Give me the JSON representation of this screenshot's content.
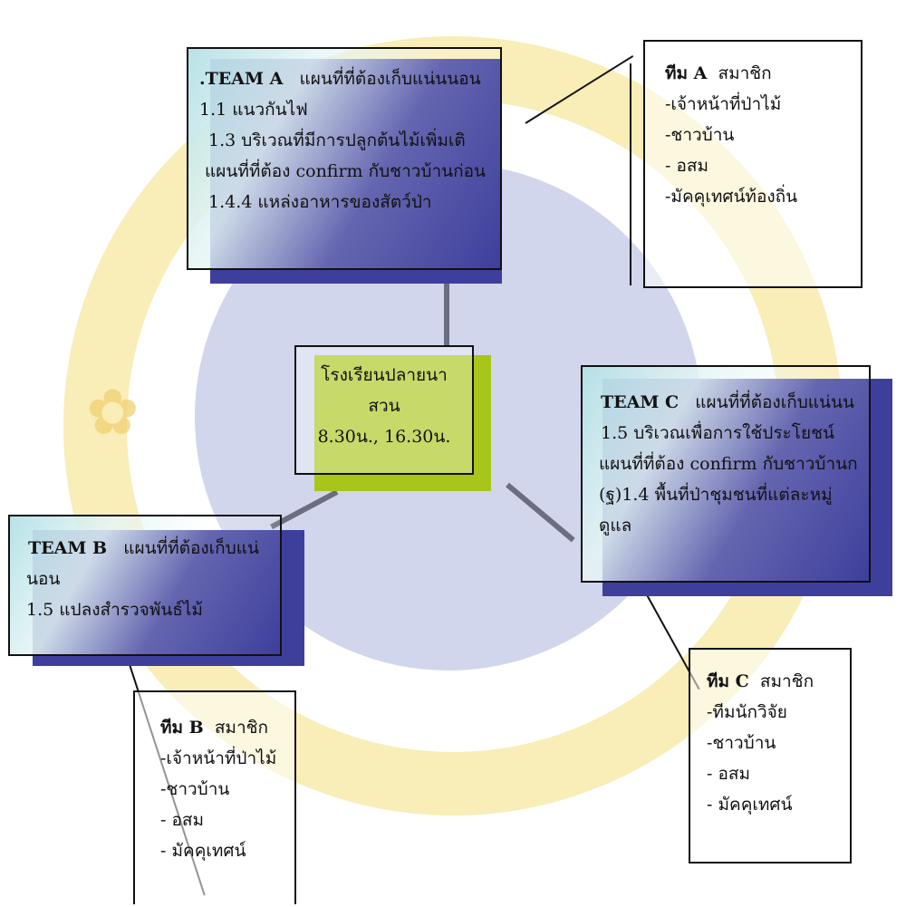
{
  "team_a": {
    "title_bold": ".TEAM A",
    "title_rest": "แผนที่ที่ต้องเก็บแน่นนอน",
    "line1": "1.1   แนวกันไฟ",
    "line2": "1.3     บริเวณที่มีการปลูกต้นไม้เพิ่มเติ",
    "line3": "แผนที่ที่ต้อง confirm กับชาวบ้านก่อน",
    "line4": "1.4.4 แหล่งอาหารของสัตว์ป่า"
  },
  "team_a_members": {
    "title_bold": "ทีม A",
    "title_rest": "สมาชิก",
    "items": [
      "-เจ้าหน้าที่ป่าไม้",
      "-ชาวบ้าน",
      "- อสม",
      "-มัคคุเทศน์ท้องถิ่น"
    ]
  },
  "center": {
    "line1": "โรงเรียนปลายนา",
    "line2": "สวน",
    "line3": "8.30น., 16.30น."
  },
  "team_c": {
    "title_bold": "TEAM C",
    "title_rest": "แผนที่ที่ต้องเก็บแน่นน",
    "line1": "1.5   บริเวณเพื่อการใช้ประโยชน์",
    "line2": "แผนที่ที่ต้อง confirm กับชาวบ้านก",
    "line3": "(ฐ)1.4   พื้นที่ป่าชุมชนที่แต่ละหมู่",
    "line4": "ดูแล"
  },
  "team_c_members": {
    "title_bold": "ทีม C",
    "title_rest": "สมาชิก",
    "items": [
      "-ทีมนักวิจัย",
      "-ชาวบ้าน",
      "- อสม",
      "- มัคคุเทศน์"
    ]
  },
  "team_b": {
    "title_bold": "TEAM B",
    "title_rest": "แผนที่ที่ต้องเก็บแน่",
    "line1": "นอน",
    "line2": "1.5   แปลงสำรวจพันธ์ไม้"
  },
  "team_b_members": {
    "title_bold": "ทีม B",
    "title_rest": "สมาชิก",
    "items": [
      "-เจ้าหน้าที่ป่าไม้",
      "-ชาวบ้าน",
      "- อสม",
      "- มัคคุเทศน์"
    ]
  },
  "colors": {
    "shadow": "#3e3f9c",
    "center_shadow": "#a8c51a",
    "watermark_ring": "#f7e9a6",
    "watermark_circle": "#c9cfe9"
  }
}
